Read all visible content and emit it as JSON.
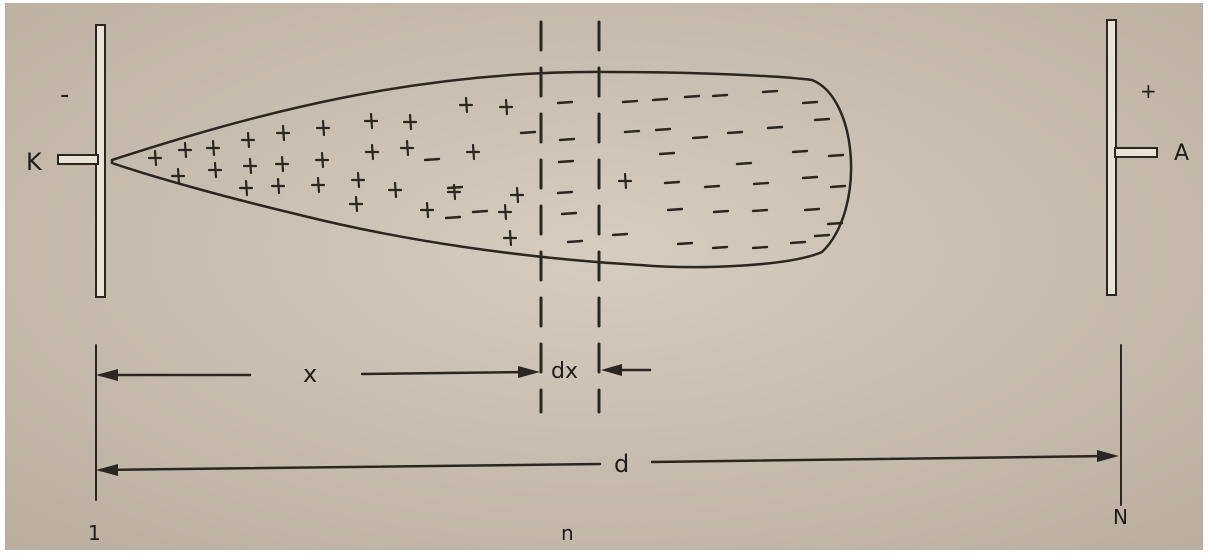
{
  "diagram": {
    "electrodes": {
      "cathode": {
        "label": "K",
        "polarity": "-"
      },
      "anode": {
        "label": "A",
        "polarity": "+"
      }
    },
    "dimensions": {
      "x_label": "x",
      "dx_label": "dx",
      "d_label": "d"
    },
    "positions": {
      "start_label": "1",
      "slice_label": "n",
      "end_label": "N"
    },
    "colors": {
      "paper": "#d2c8b9",
      "ink": "#2a2620"
    }
  }
}
